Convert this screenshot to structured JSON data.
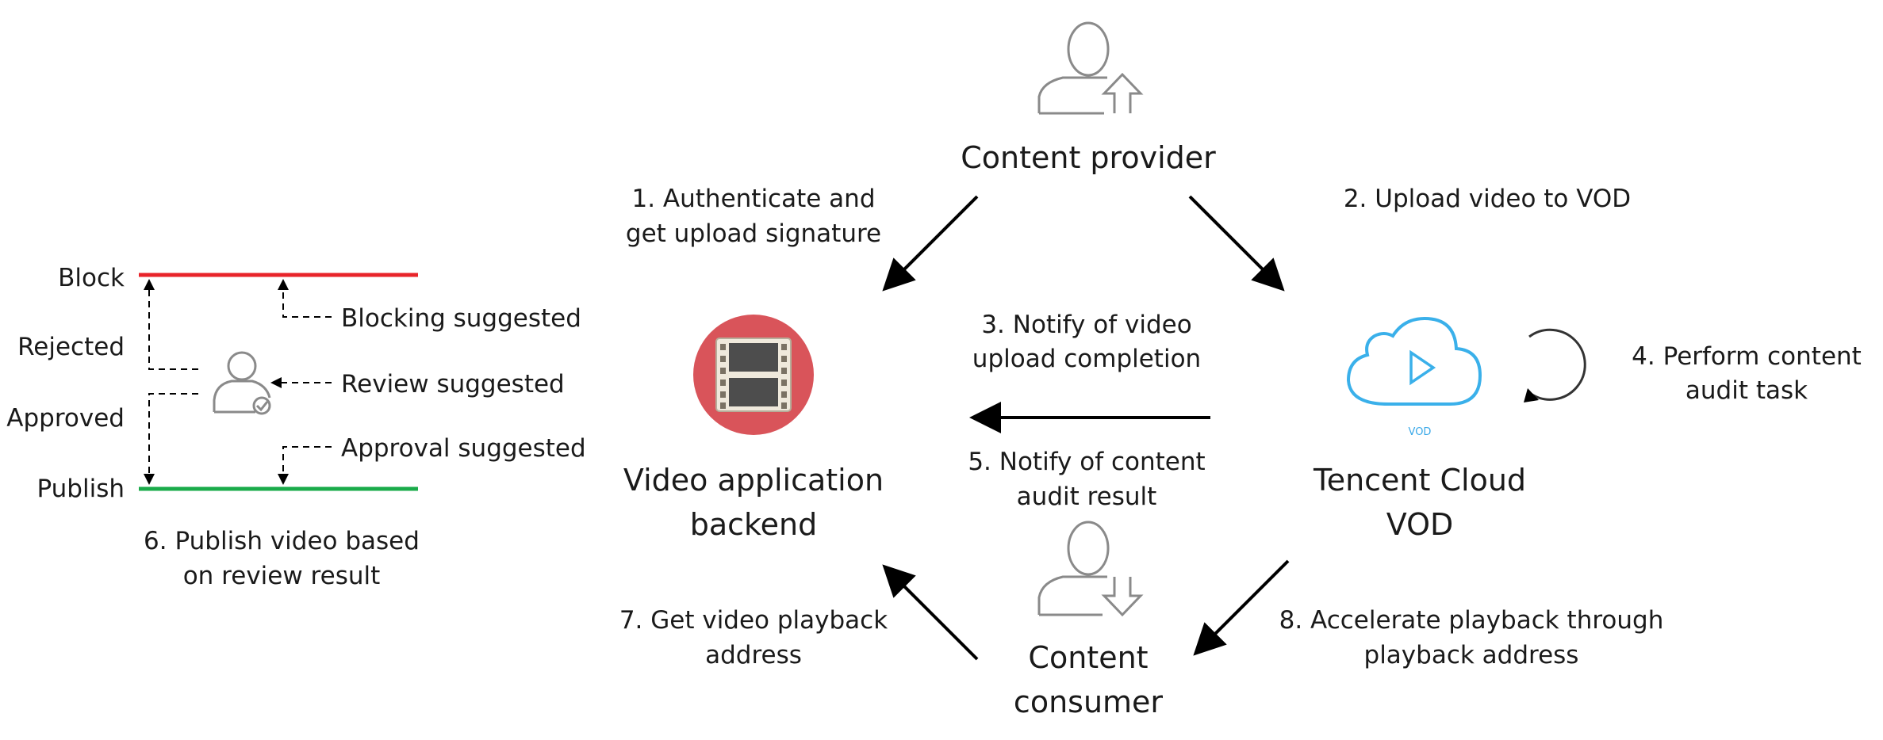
{
  "nodes": {
    "provider": "Content provider",
    "backend": [
      "Video application",
      "backend"
    ],
    "vod": [
      "Tencent Cloud",
      "VOD"
    ],
    "consumer": [
      "Content",
      "consumer"
    ],
    "vod_logo_caption": "VOD"
  },
  "steps": {
    "s1": [
      "1. Authenticate and",
      "get upload signature"
    ],
    "s2": "2. Upload video to VOD",
    "s3": [
      "3. Notify of video",
      "upload completion"
    ],
    "s4": [
      "4. Perform content",
      "audit task"
    ],
    "s5": [
      "5. Notify of content",
      "audit result"
    ],
    "s6": [
      "6. Publish video based",
      "on review result"
    ],
    "s7": [
      "7. Get video playback",
      "address"
    ],
    "s8": [
      "8. Accelerate playback through",
      "playback address"
    ]
  },
  "review": {
    "levels": {
      "block": "Block",
      "rejected": "Rejected",
      "approved": "Approved",
      "publish": "Publish"
    },
    "suggestions": {
      "blocking": "Blocking suggested",
      "review": "Review suggested",
      "approval": "Approval suggested"
    },
    "colors": {
      "block_line": "#e8242a",
      "publish_line": "#1aab4a"
    }
  },
  "icons": {
    "provider": "user-upload-icon",
    "consumer": "user-download-icon",
    "reviewer": "user-check-icon",
    "backend": "film-icon",
    "vod": "cloud-play-icon",
    "audit": "loop-arrow-icon"
  },
  "colors": {
    "film_circle": "#d9545a",
    "cloud": "#3ab0ea",
    "person": "#8a8a8a"
  }
}
